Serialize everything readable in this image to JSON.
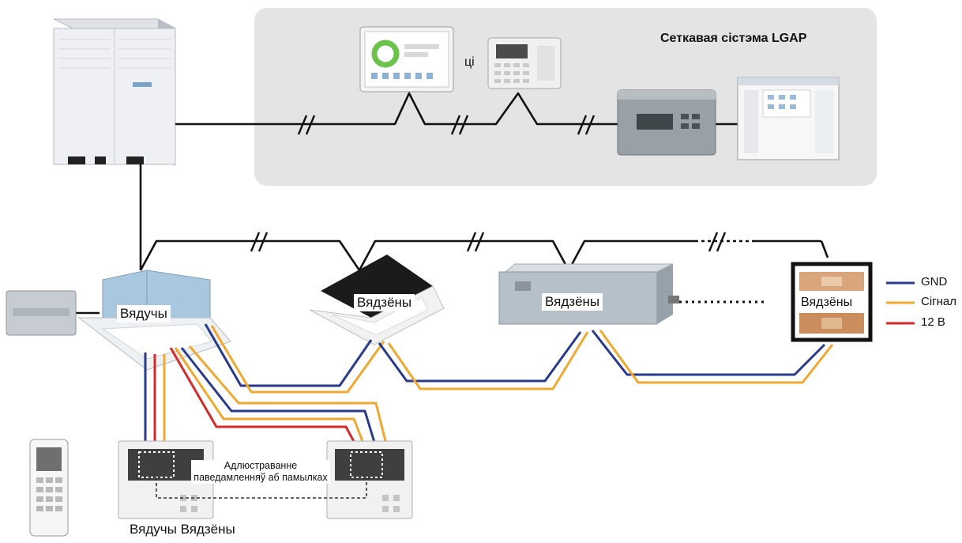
{
  "network": {
    "title": "Сеткавая сістэма LGAP",
    "controller_suffix": "ці"
  },
  "units": {
    "master_label": "Вядучы",
    "slave1_label": "Вядзёны",
    "slave2_label": "Вядзёны",
    "slave3_label": "Вядзёны"
  },
  "legend": {
    "items": [
      {
        "label": "GND",
        "color": "#2a3a8c"
      },
      {
        "label": "Сігнал",
        "color": "#f0a830"
      },
      {
        "label": "12 В",
        "color": "#d42a2a"
      }
    ]
  },
  "controllers": {
    "error_line1": "Адлюстраванне",
    "error_line2": "паведамленняў аб памылках",
    "bottom_label": "Вядучы Вядзёны"
  },
  "colors": {
    "panel": "#e4e4e4",
    "wire_black": "#111111",
    "gnd": "#2a3a8c",
    "signal": "#f0a830",
    "power": "#d42a2a"
  }
}
